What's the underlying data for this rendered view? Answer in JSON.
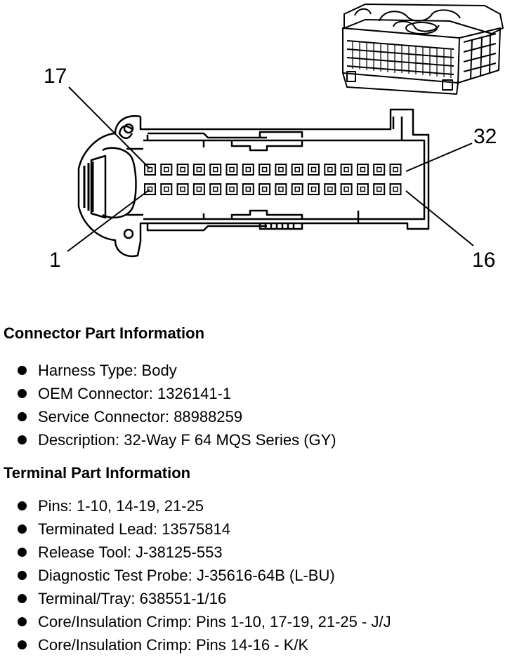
{
  "diagram": {
    "labels": {
      "top_left": "17",
      "bottom_left": "1",
      "top_right": "32",
      "bottom_right": "16"
    }
  },
  "connector_info": {
    "title": "Connector Part Information",
    "items": [
      "Harness Type: Body",
      "OEM Connector: 1326141-1",
      "Service Connector: 88988259",
      "Description: 32-Way F 64 MQS Series (GY)"
    ]
  },
  "terminal_info": {
    "title": "Terminal Part Information",
    "items": [
      "Pins: 1-10, 14-19, 21-25",
      "Terminated Lead: 13575814",
      "Release Tool: J-38125-553",
      "Diagnostic Test Probe: J-35616-64B (L-BU)",
      "Terminal/Tray: 638551-1/16",
      "Core/Insulation Crimp: Pins 1-10, 17-19, 21-25 - J/J",
      "Core/Insulation Crimp: Pins 14-16 - K/K"
    ]
  }
}
